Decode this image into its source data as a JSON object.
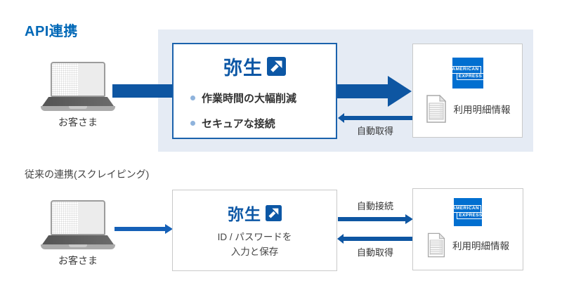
{
  "colors": {
    "title_blue": "#0068B7",
    "panel_bg": "#E5EBF4",
    "api_border": "#1B62AC",
    "arrow_dark": "#0E56A2",
    "arrow_bright": "#1560B7",
    "yayoi_blue": "#0C57A5",
    "amex_blue": "#016FD0",
    "text_dark": "#333333",
    "bullet_blue": "#8FB3DC",
    "border_gray": "#C9C9C9"
  },
  "api_section": {
    "title": "API連携",
    "customer_label": "お客さま",
    "yayoi_box": {
      "logo_text": "弥生",
      "bullets": [
        {
          "label": "作業時間の大幅削減"
        },
        {
          "label": "セキュアな接続"
        }
      ]
    },
    "auto_fetch_label": "自動取得",
    "amex_box": {
      "logo_line1": "AMERICAN",
      "logo_line2": "EXPRESS",
      "statement_label": "利用明細情報"
    }
  },
  "legacy_section": {
    "title": "従来の連携(スクレイピング)",
    "customer_label": "お客さま",
    "yayoi_box": {
      "logo_text": "弥生",
      "desc_line1": "ID / パスワードを",
      "desc_line2": "入力と保存"
    },
    "auto_connect_label": "自動接続",
    "auto_fetch_label": "自動取得",
    "amex_box": {
      "logo_line1": "AMERICAN",
      "logo_line2": "EXPRESS",
      "statement_label": "利用明細情報"
    }
  }
}
